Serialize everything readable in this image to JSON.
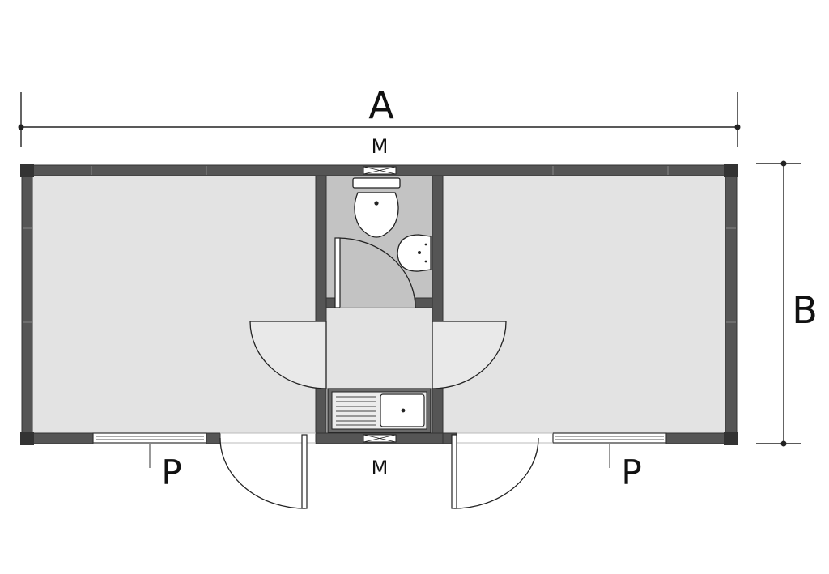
{
  "labels": {
    "dim_width": "A",
    "dim_depth": "B",
    "window_top": "M",
    "window_bottom": "M",
    "panoramic_window_left": "P",
    "panoramic_window_right": "P"
  },
  "colors": {
    "room_fill": "#e3e3e3",
    "bathroom_fill": "#c3c3c3",
    "wall": "#555555",
    "wall_dark": "#333333",
    "line": "#222222",
    "fixture_fill": "#ffffff",
    "sink_unit": "#6a6a6a"
  }
}
